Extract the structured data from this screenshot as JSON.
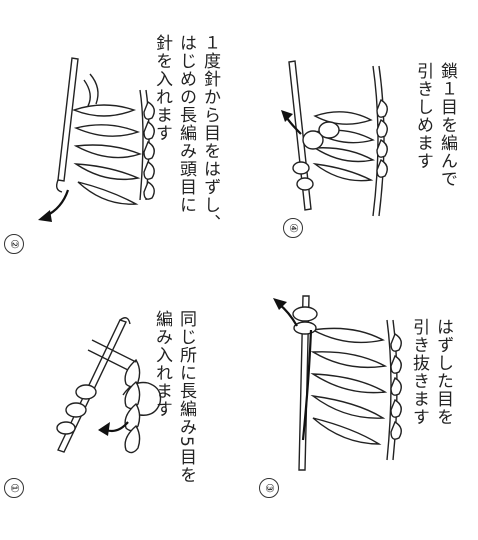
{
  "steps": [
    {
      "number": "①",
      "text_line1": "同じ所に長編み5目を",
      "text_line2": "編み入れます"
    },
    {
      "number": "②",
      "text_line1": "１度針から目をはずし、",
      "text_line2": "はじめの長編み頭目に",
      "text_line3": "針を入れます"
    },
    {
      "number": "③",
      "text_line1": "はずした目を",
      "text_line2": "引き抜きます"
    },
    {
      "number": "④",
      "text_line1": "鎖１目を編んで",
      "text_line2": "引きしめます"
    }
  ]
}
